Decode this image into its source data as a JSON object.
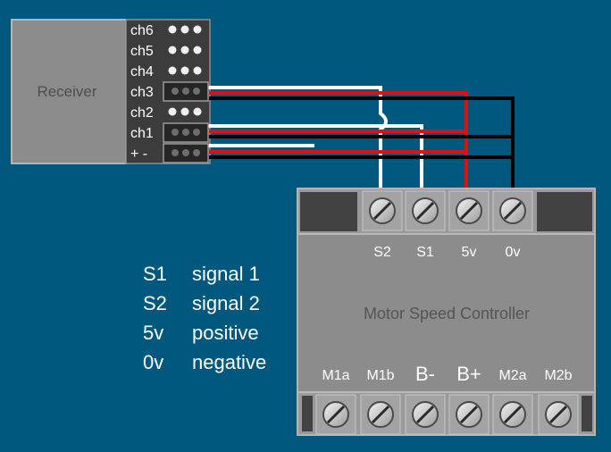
{
  "receiver": {
    "label": "Receiver",
    "channels": [
      "ch6",
      "ch5",
      "ch4",
      "ch3",
      "ch2",
      "ch1",
      "+ -"
    ]
  },
  "controller": {
    "label": "Motor Speed Controller",
    "top_terminals": [
      "S2",
      "S1",
      "5v",
      "0v"
    ],
    "bottom_terminals": [
      "M1a",
      "M1b",
      "B-",
      "B+",
      "M2a",
      "M2b"
    ]
  },
  "legend": [
    {
      "abbr": "S1",
      "meaning": "signal 1"
    },
    {
      "abbr": "S2",
      "meaning": "signal 2"
    },
    {
      "abbr": "5v",
      "meaning": "positive"
    },
    {
      "abbr": "0v",
      "meaning": "negative"
    }
  ],
  "colors": {
    "background": "#00587e",
    "signal_wire": "#ffffff",
    "positive_wire": "#e01010",
    "negative_wire": "#000000"
  }
}
